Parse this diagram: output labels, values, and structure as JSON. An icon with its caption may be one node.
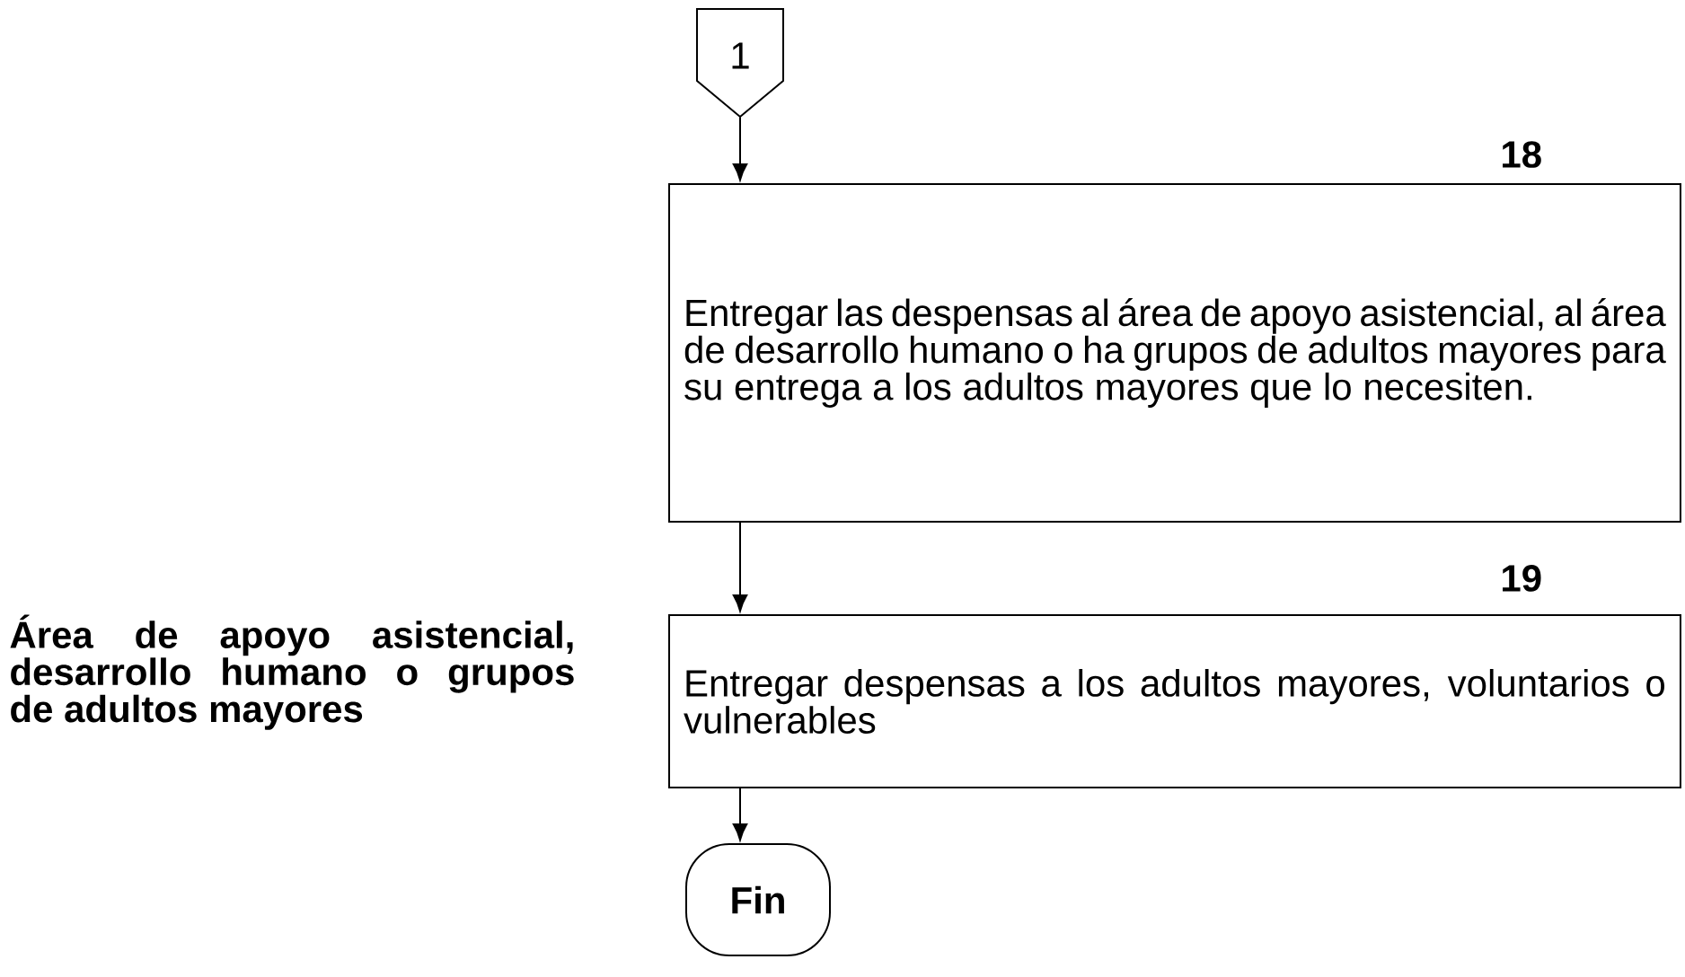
{
  "diagram": {
    "nodes": [
      {
        "text": [
          "1"
        ]
      },
      {
        "text": [
          "Entregar las despensas al área de apoyo asistencial, al área de desarrollo humano o ha grupos de adultos mayores para su entrega a los adultos mayores que lo necesiten."
        ],
        "beside": [
          "18"
        ]
      },
      {
        "text": [
          "Entregar despensas a los adultos mayores, voluntarios o vulnerables"
        ],
        "beside": [
          "19"
        ]
      },
      {
        "text": [
          "Fin"
        ]
      }
    ],
    "edges": [
      {
        "from": 0,
        "to": 1,
        "arrow": "to"
      },
      {
        "from": 1,
        "to": 2,
        "arrow": "to"
      },
      {
        "from": 2,
        "to": 3,
        "arrow": "to"
      }
    ],
    "labels": [
      "Área de apoyo asistencial, desarrollo humano o grupos de adultos mayores"
    ]
  }
}
